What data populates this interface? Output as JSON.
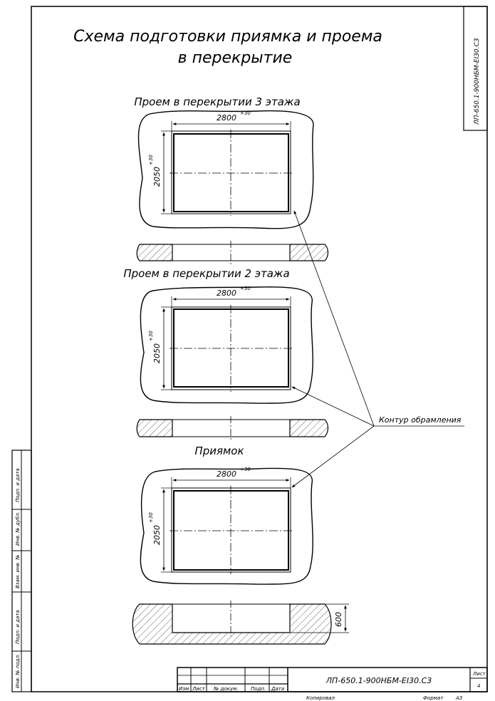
{
  "title": {
    "line1": "Схема подготовки приямка и проема",
    "line2": "в перекрытие"
  },
  "sections": [
    {
      "label": "Проем в перекрытии 3 этажа",
      "width_dim": "2800",
      "height_dim": "2050",
      "tol": "+30"
    },
    {
      "label": "Проем в перекрытии 2 этажа",
      "width_dim": "2800",
      "height_dim": "2050",
      "tol": "+30"
    },
    {
      "label": "Приямок",
      "width_dim": "2800",
      "height_dim": "2050",
      "tol": "+30",
      "depth_dim": "600"
    }
  ],
  "callout": "Контур обрамления",
  "stamp": "ЛП-650.1-900НБМ-EI30.С3",
  "title_block": {
    "designation": "ЛП-650.1-900НБМ-EI30.С3",
    "sheet_label": "Лист",
    "sheet_number": "4",
    "columns": [
      "Изм",
      "Лист",
      "№ докум.",
      "Подп.",
      "Дата"
    ],
    "copied": "Копировал",
    "format_label": "Формат",
    "format_value": "А3"
  },
  "side_stamp": [
    "Подп. и дата",
    "Инв. № дубл.",
    "Взам. инв. №",
    "Подп. и дата",
    "Инв. № подл."
  ]
}
